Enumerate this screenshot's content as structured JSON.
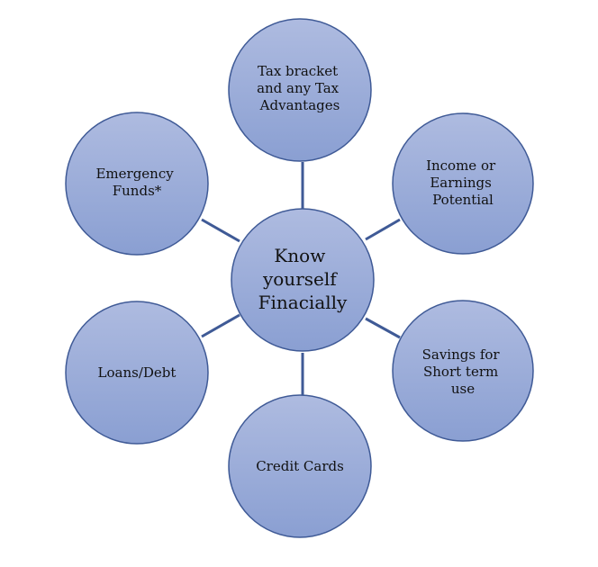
{
  "diagram": {
    "center": {
      "lines": [
        "Know",
        "yourself",
        "Finacially"
      ]
    },
    "nodes": [
      {
        "id": "tax",
        "lines": [
          "Tax bracket",
          "and any Tax",
          "Advantages"
        ]
      },
      {
        "id": "income",
        "lines": [
          "Income or",
          "Earnings",
          "Potential"
        ]
      },
      {
        "id": "savings",
        "lines": [
          "Savings for",
          "Short term",
          "use"
        ]
      },
      {
        "id": "credit",
        "lines": [
          "Credit Cards"
        ]
      },
      {
        "id": "loans",
        "lines": [
          "Loans/Debt"
        ]
      },
      {
        "id": "emergency",
        "lines": [
          "Emergency",
          "Funds*"
        ]
      }
    ],
    "colors": {
      "fill_top": "#aebbe0",
      "fill_bottom": "#8a9fd2",
      "stroke": "#3f5a96",
      "text": "#111111"
    }
  }
}
